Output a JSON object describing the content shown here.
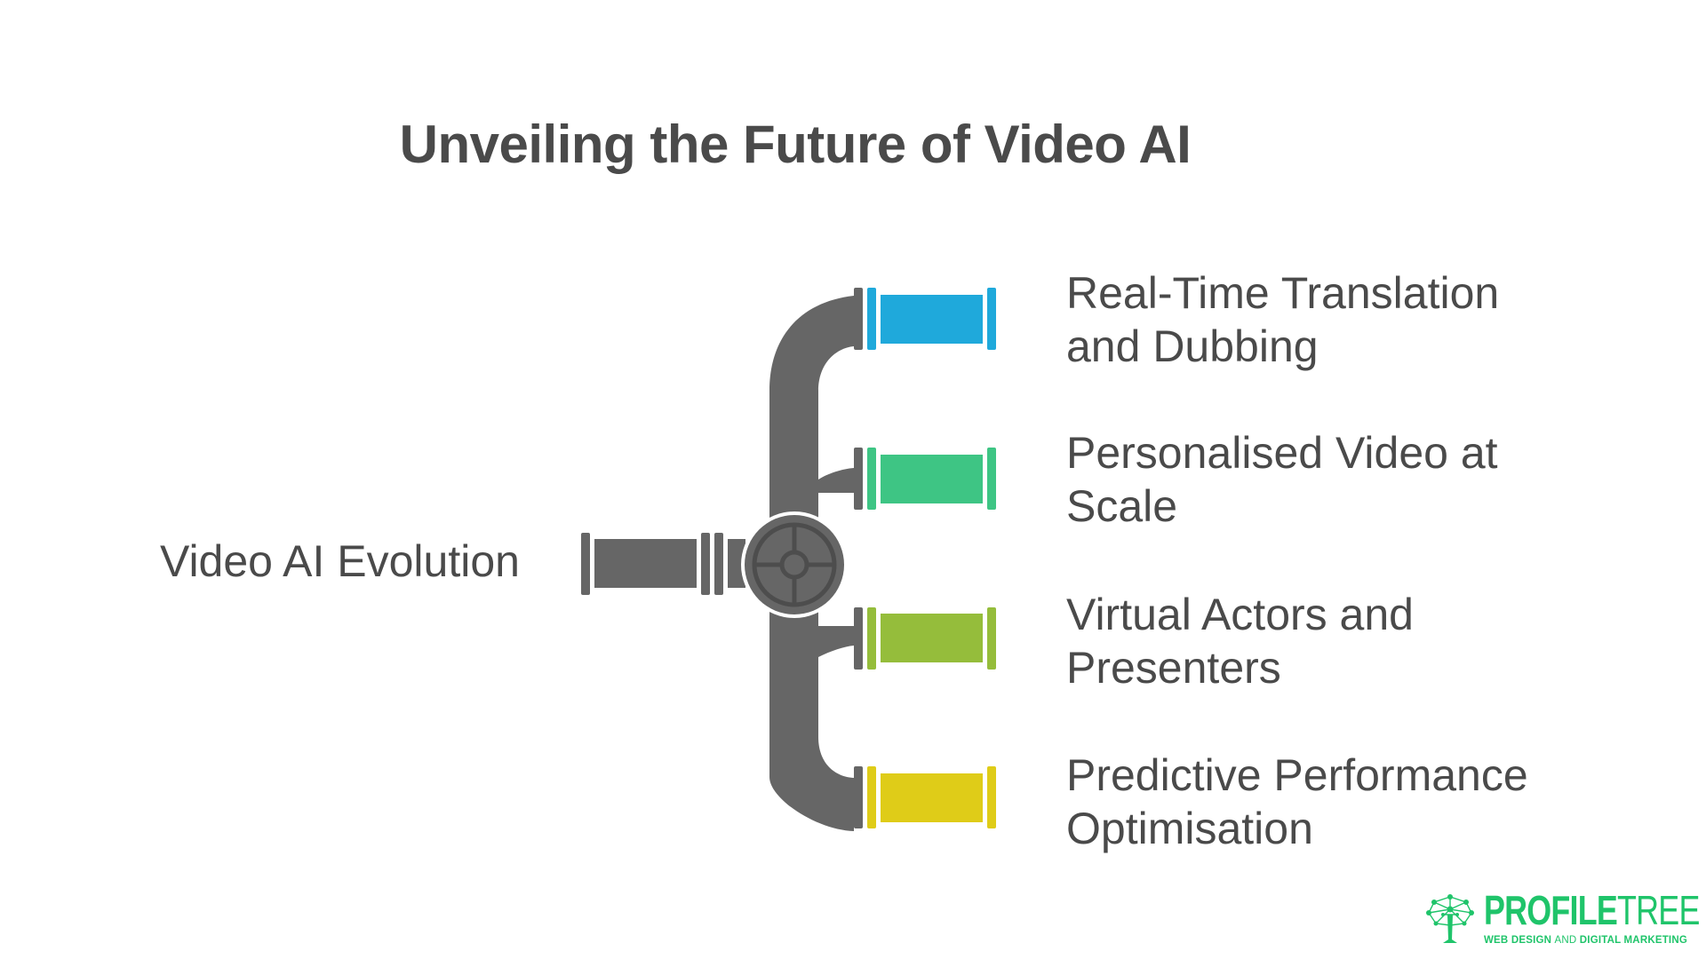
{
  "title": "Unveiling the Future of Video AI",
  "source": {
    "label": "Video AI Evolution",
    "pipe_color": "#666666",
    "valve_inner_color": "#4d4d4d"
  },
  "branches": [
    {
      "line1": "Real-Time Translation",
      "line2": "and Dubbing",
      "color": "#1fa9db"
    },
    {
      "line1": "Personalised Video at",
      "line2": "Scale",
      "color": "#3ec584"
    },
    {
      "line1": "Virtual Actors and",
      "line2": "Presenters",
      "color": "#95bd3b"
    },
    {
      "line1": "Predictive Performance",
      "line2": "Optimisation",
      "color": "#dfcc18"
    }
  ],
  "logo": {
    "name_bold": "PROFILE",
    "name_light": "TREE",
    "tagline_a": "WEB DESIGN ",
    "tagline_b": "AND",
    "tagline_c": " DIGITAL MARKETING",
    "color": "#1fc46a"
  }
}
